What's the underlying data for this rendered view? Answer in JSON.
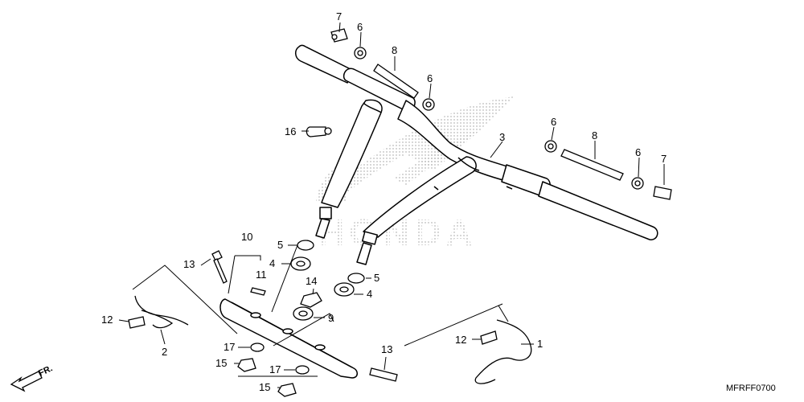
{
  "diagram": {
    "watermark_text": "HONDA",
    "direction_label": "FR.",
    "figure_code": "MFRFF0700"
  },
  "callouts": [
    {
      "id": "c7a",
      "label": "7"
    },
    {
      "id": "c6a",
      "label": "6"
    },
    {
      "id": "c8a",
      "label": "8"
    },
    {
      "id": "c6b",
      "label": "6"
    },
    {
      "id": "c16",
      "label": "16"
    },
    {
      "id": "c3",
      "label": "3"
    },
    {
      "id": "c6c",
      "label": "6"
    },
    {
      "id": "c8b",
      "label": "8"
    },
    {
      "id": "c6d",
      "label": "6"
    },
    {
      "id": "c7b",
      "label": "7"
    },
    {
      "id": "c10",
      "label": "10"
    },
    {
      "id": "c13a",
      "label": "13"
    },
    {
      "id": "c11",
      "label": "11"
    },
    {
      "id": "c5a",
      "label": "5"
    },
    {
      "id": "c4a",
      "label": "4"
    },
    {
      "id": "c14",
      "label": "14"
    },
    {
      "id": "c5b",
      "label": "5"
    },
    {
      "id": "c4b",
      "label": "4"
    },
    {
      "id": "c9",
      "label": "9"
    },
    {
      "id": "c12a",
      "label": "12"
    },
    {
      "id": "c2",
      "label": "2"
    },
    {
      "id": "c17a",
      "label": "17"
    },
    {
      "id": "c15a",
      "label": "15"
    },
    {
      "id": "c17b",
      "label": "17"
    },
    {
      "id": "c15b",
      "label": "15"
    },
    {
      "id": "c13b",
      "label": "13"
    },
    {
      "id": "c12b",
      "label": "12"
    },
    {
      "id": "c1",
      "label": "1"
    }
  ]
}
